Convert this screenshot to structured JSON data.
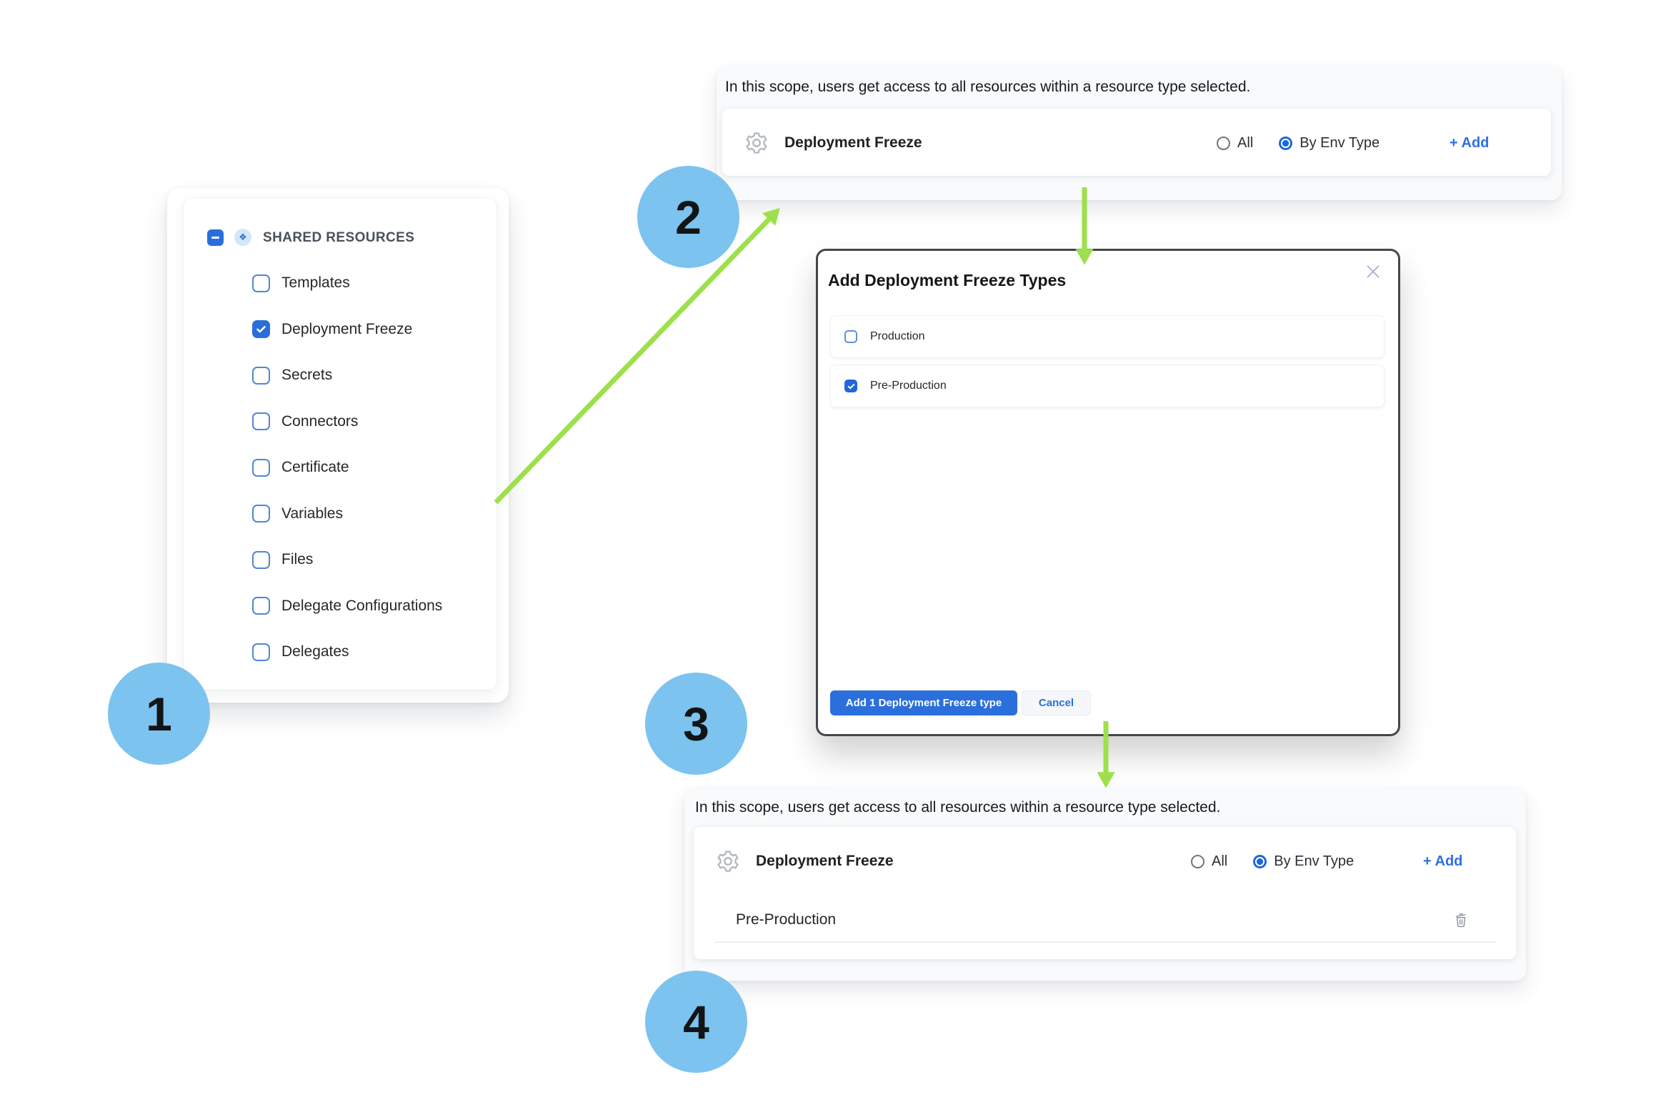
{
  "colors": {
    "accent_blue": "#2a6edb",
    "arrow_green": "#9de04b",
    "badge_blue": "#7cc3ef"
  },
  "badges": [
    {
      "number": "1"
    },
    {
      "number": "2"
    },
    {
      "number": "3"
    },
    {
      "number": "4"
    }
  ],
  "left_panel": {
    "header": {
      "label": "SHARED RESOURCES",
      "icon": "shared-resources-diamond",
      "icon_glyph": "❖"
    },
    "items": [
      {
        "label": "Templates",
        "checked": false
      },
      {
        "label": "Deployment Freeze",
        "checked": true
      },
      {
        "label": "Secrets",
        "checked": false
      },
      {
        "label": "Connectors",
        "checked": false
      },
      {
        "label": "Certificate",
        "checked": false
      },
      {
        "label": "Variables",
        "checked": false
      },
      {
        "label": "Files",
        "checked": false
      },
      {
        "label": "Delegate Configurations",
        "checked": false
      },
      {
        "label": "Delegates",
        "checked": false
      }
    ]
  },
  "scope_panel_top": {
    "description": "In this scope, users get access to all resources within a resource type selected.",
    "resource_name": "Deployment Freeze",
    "options": [
      {
        "label": "All",
        "selected": false
      },
      {
        "label": "By Env Type",
        "selected": true
      }
    ],
    "add_label": "+ Add"
  },
  "modal": {
    "title": "Add Deployment Freeze Types",
    "options": [
      {
        "label": "Production",
        "checked": false
      },
      {
        "label": "Pre-Production",
        "checked": true
      }
    ],
    "primary_label": "Add 1 Deployment Freeze type",
    "cancel_label": "Cancel"
  },
  "scope_panel_bottom": {
    "description": "In this scope, users get access to all resources within a resource type selected.",
    "resource_name": "Deployment Freeze",
    "options": [
      {
        "label": "All",
        "selected": false
      },
      {
        "label": "By Env Type",
        "selected": true
      }
    ],
    "add_label": "+ Add",
    "rows": [
      {
        "label": "Pre-Production"
      }
    ]
  }
}
